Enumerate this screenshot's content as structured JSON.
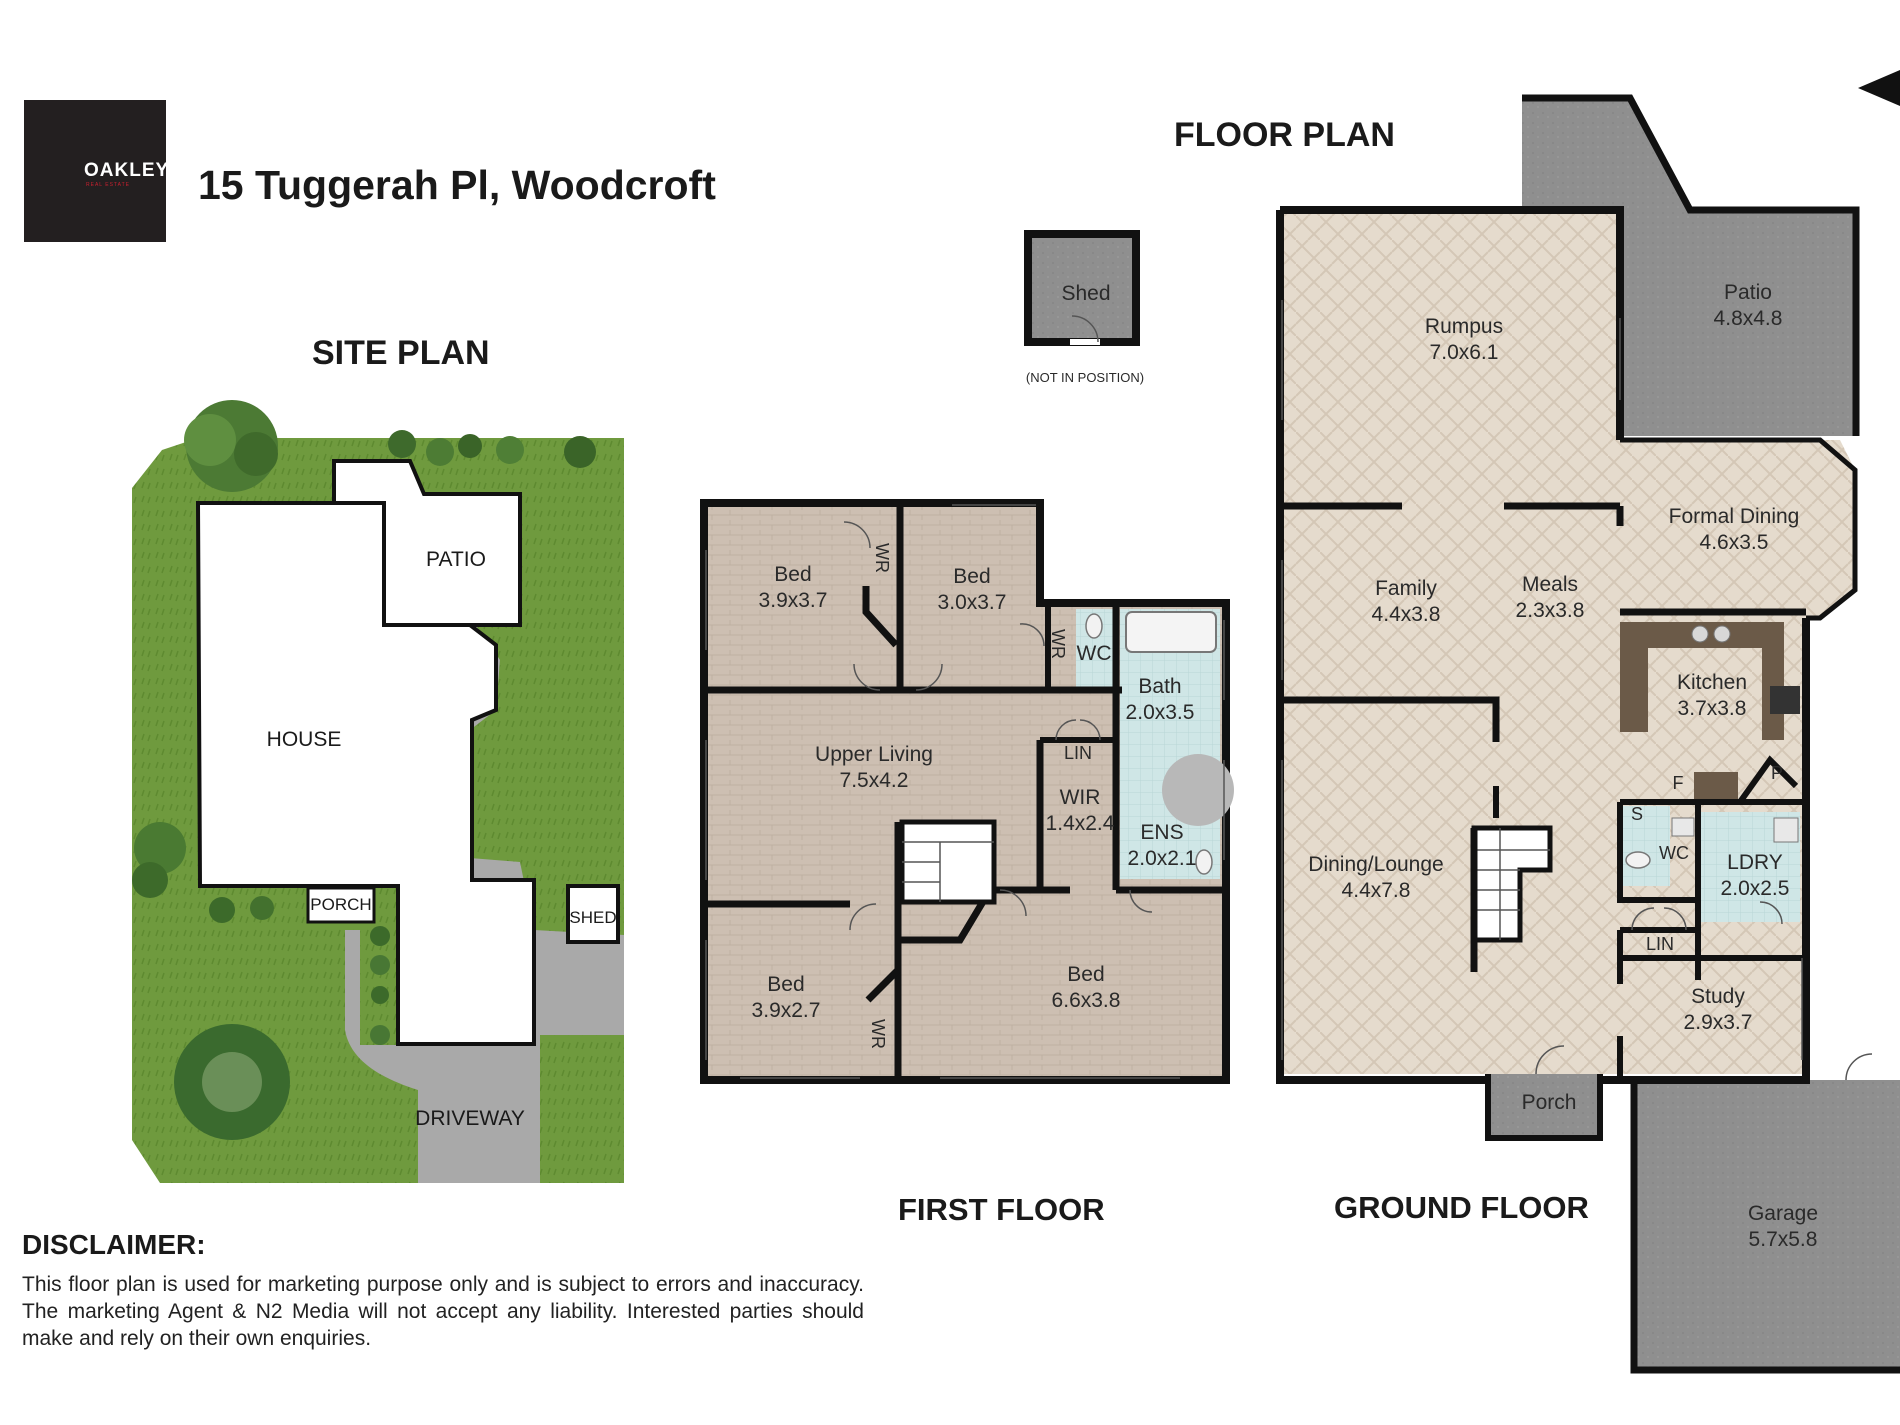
{
  "brand": {
    "name": "OAKLEY",
    "tagline": "REAL ESTATE"
  },
  "address": "15 Tuggerah Pl, Woodcroft",
  "headings": {
    "floor_plan": "FLOOR PLAN",
    "site_plan": "SITE PLAN",
    "first_floor": "FIRST FLOOR",
    "ground_floor": "GROUND FLOOR"
  },
  "site_plan": {
    "house": "HOUSE",
    "patio": "PATIO",
    "porch": "PORCH",
    "shed": "SHED",
    "driveway": "DRIVEWAY"
  },
  "shed_block": {
    "label": "Shed",
    "note": "(NOT IN POSITION)"
  },
  "first_floor": {
    "bed_nw": {
      "name": "Bed",
      "dims": "3.9x3.7"
    },
    "bed_ne": {
      "name": "Bed",
      "dims": "3.0x3.7"
    },
    "wr_1": "WR",
    "wr_2": "WR",
    "wr_3": "WR",
    "wc": "WC",
    "bath": {
      "name": "Bath",
      "dims": "2.0x3.5"
    },
    "upper_living": {
      "name": "Upper Living",
      "dims": "7.5x4.2"
    },
    "lin": "LIN",
    "wir": {
      "name": "WIR",
      "dims": "1.4x2.4"
    },
    "ens": {
      "name": "ENS",
      "dims": "2.0x2.1"
    },
    "bed_sw": {
      "name": "Bed",
      "dims": "3.9x2.7"
    },
    "bed_se": {
      "name": "Bed",
      "dims": "6.6x3.8"
    }
  },
  "ground_floor": {
    "rumpus": {
      "name": "Rumpus",
      "dims": "7.0x6.1"
    },
    "patio": {
      "name": "Patio",
      "dims": "4.8x4.8"
    },
    "formal_dining": {
      "name": "Formal Dining",
      "dims": "4.6x3.5"
    },
    "family": {
      "name": "Family",
      "dims": "4.4x3.8"
    },
    "meals": {
      "name": "Meals",
      "dims": "2.3x3.8"
    },
    "kitchen": {
      "name": "Kitchen",
      "dims": "3.7x3.8"
    },
    "f": "F",
    "p": "P",
    "s": "S",
    "wc": "WC",
    "ldry": {
      "name": "LDRY",
      "dims": "2.0x2.5"
    },
    "lin": "LIN",
    "dining_lounge": {
      "name": "Dining/Lounge",
      "dims": "4.4x7.8"
    },
    "study": {
      "name": "Study",
      "dims": "2.9x3.7"
    },
    "porch": "Porch",
    "garage": {
      "name": "Garage",
      "dims": "5.7x5.8"
    }
  },
  "disclaimer": {
    "title": "DISCLAIMER:",
    "text": "This floor plan is used for marketing purpose only and is subject to errors and inaccuracy. The marketing Agent & N2 Media will not accept any liability. Interested parties should make and rely on their own enquiries."
  },
  "colors": {
    "wall": "#111111",
    "floor": "#e3d8c9",
    "floor_wood": "#cbbdb0",
    "outdoor": "#8c8c8c",
    "tile": "#cfe6e6",
    "grass": "#6f9a3e",
    "driveway": "#a9a9a9",
    "kitchen_bench": "#6b5a48",
    "logo_bg": "#231f20",
    "logo_accent": "#c8202f"
  }
}
